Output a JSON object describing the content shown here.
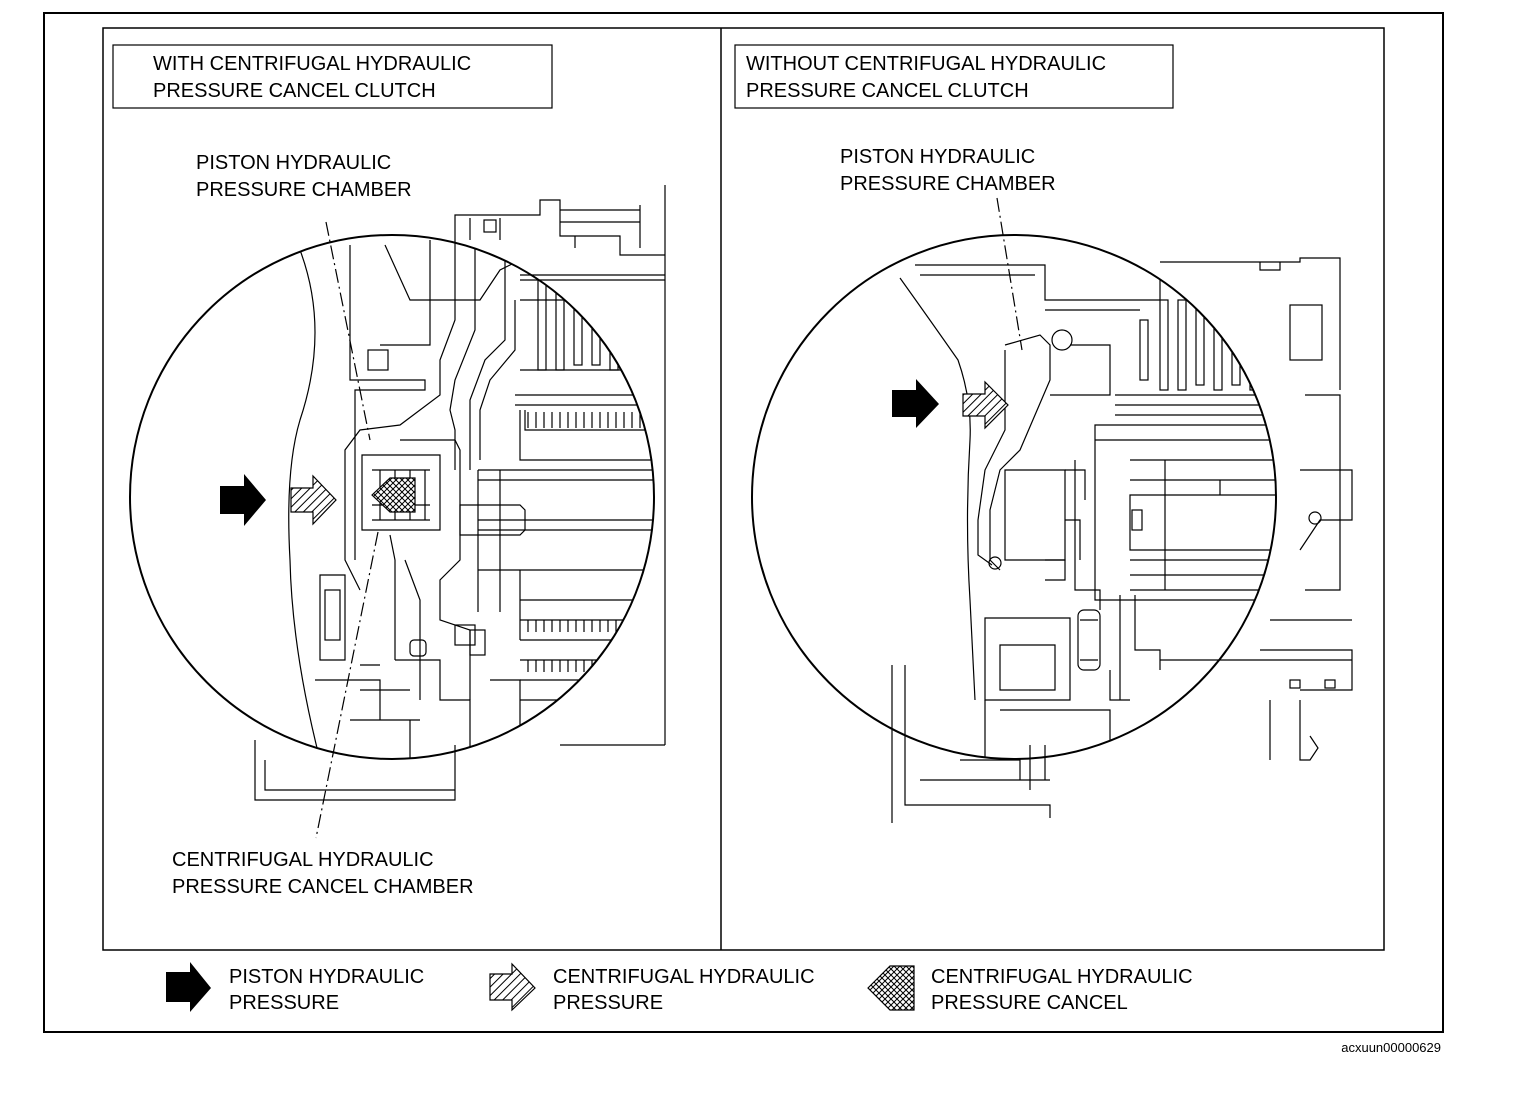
{
  "left_panel": {
    "title_lines": [
      "WITH CENTRIFUGAL HYDRAULIC",
      "PRESSURE CANCEL CLUTCH"
    ],
    "callout_top": [
      "PISTON HYDRAULIC",
      "PRESSURE CHAMBER"
    ],
    "callout_bottom": [
      "CENTRIFUGAL HYDRAULIC",
      "PRESSURE CANCEL CHAMBER"
    ]
  },
  "right_panel": {
    "title_lines": [
      "WITHOUT CENTRIFUGAL HYDRAULIC",
      "PRESSURE CANCEL CLUTCH"
    ],
    "callout_top": [
      "PISTON HYDRAULIC",
      "PRESSURE CHAMBER"
    ]
  },
  "legend": [
    {
      "icon": "solid-arrow-icon",
      "lines": [
        "PISTON HYDRAULIC",
        "PRESSURE"
      ]
    },
    {
      "icon": "hatched-arrow-icon",
      "lines": [
        "CENTRIFUGAL HYDRAULIC",
        "PRESSURE"
      ]
    },
    {
      "icon": "crosshatch-arrow-icon",
      "lines": [
        "CENTRIFUGAL HYDRAULIC",
        "PRESSURE CANCEL"
      ]
    }
  ],
  "figure_id": "acxuun00000629",
  "colors": {
    "ink": "#000000",
    "paper": "#ffffff"
  }
}
